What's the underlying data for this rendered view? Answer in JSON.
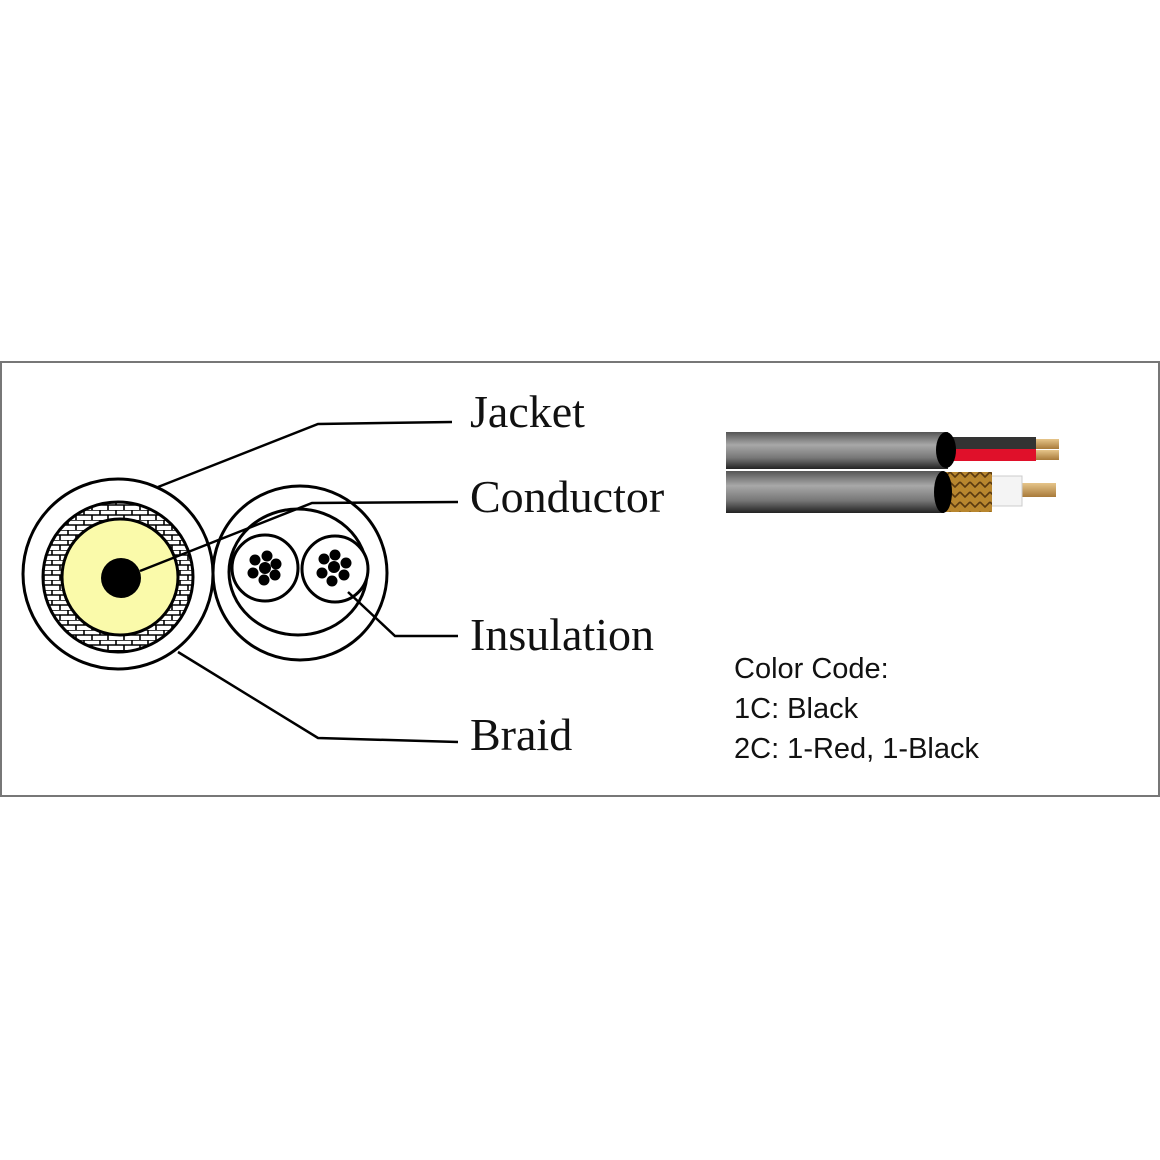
{
  "labels": {
    "jacket": "Jacket",
    "conductor": "Conductor",
    "insulation": "Insulation",
    "braid": "Braid"
  },
  "color_code": {
    "title": "Color Code:",
    "line1": "1C: Black",
    "line2": "2C: 1-Red, 1-Black"
  },
  "colors": {
    "dielectric": "#fafaaa",
    "jacket": "#808080",
    "red_wire": "#e0102a",
    "copper": "#c8a060",
    "braid": "#b8862e"
  }
}
